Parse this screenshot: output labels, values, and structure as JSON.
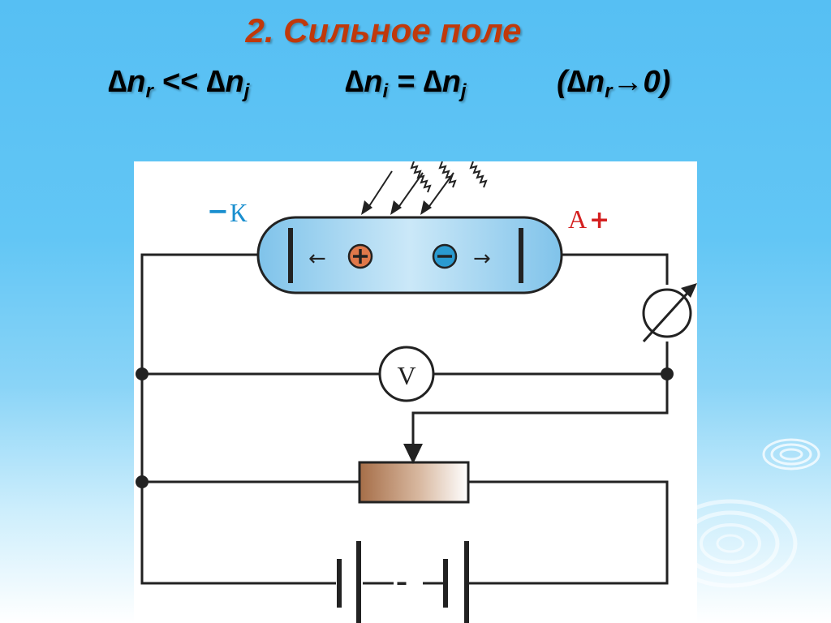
{
  "title": "2. Сильное поле",
  "formulas": [
    {
      "pre": "∆n",
      "sub1": "r",
      "mid": " << ∆n",
      "sub2": "j"
    },
    {
      "pre": "∆n",
      "sub1": "i",
      "mid": " = ∆n",
      "sub2": "j"
    },
    {
      "pre": "(∆n",
      "sub1": "r",
      "mid": "→0)"
    }
  ],
  "diagram": {
    "cathode_sign": "−",
    "cathode_letter": "К",
    "anode_letter": "А",
    "anode_sign": "+",
    "voltmeter": "V",
    "arrow_left": "←",
    "arrow_right": "→",
    "dash": "–"
  },
  "colors": {
    "title": "#c0390b",
    "cathode": "#1a8fcf",
    "anode": "#d42020",
    "positive_ion": "#e0784a",
    "negative_ion": "#2a9ad0"
  }
}
